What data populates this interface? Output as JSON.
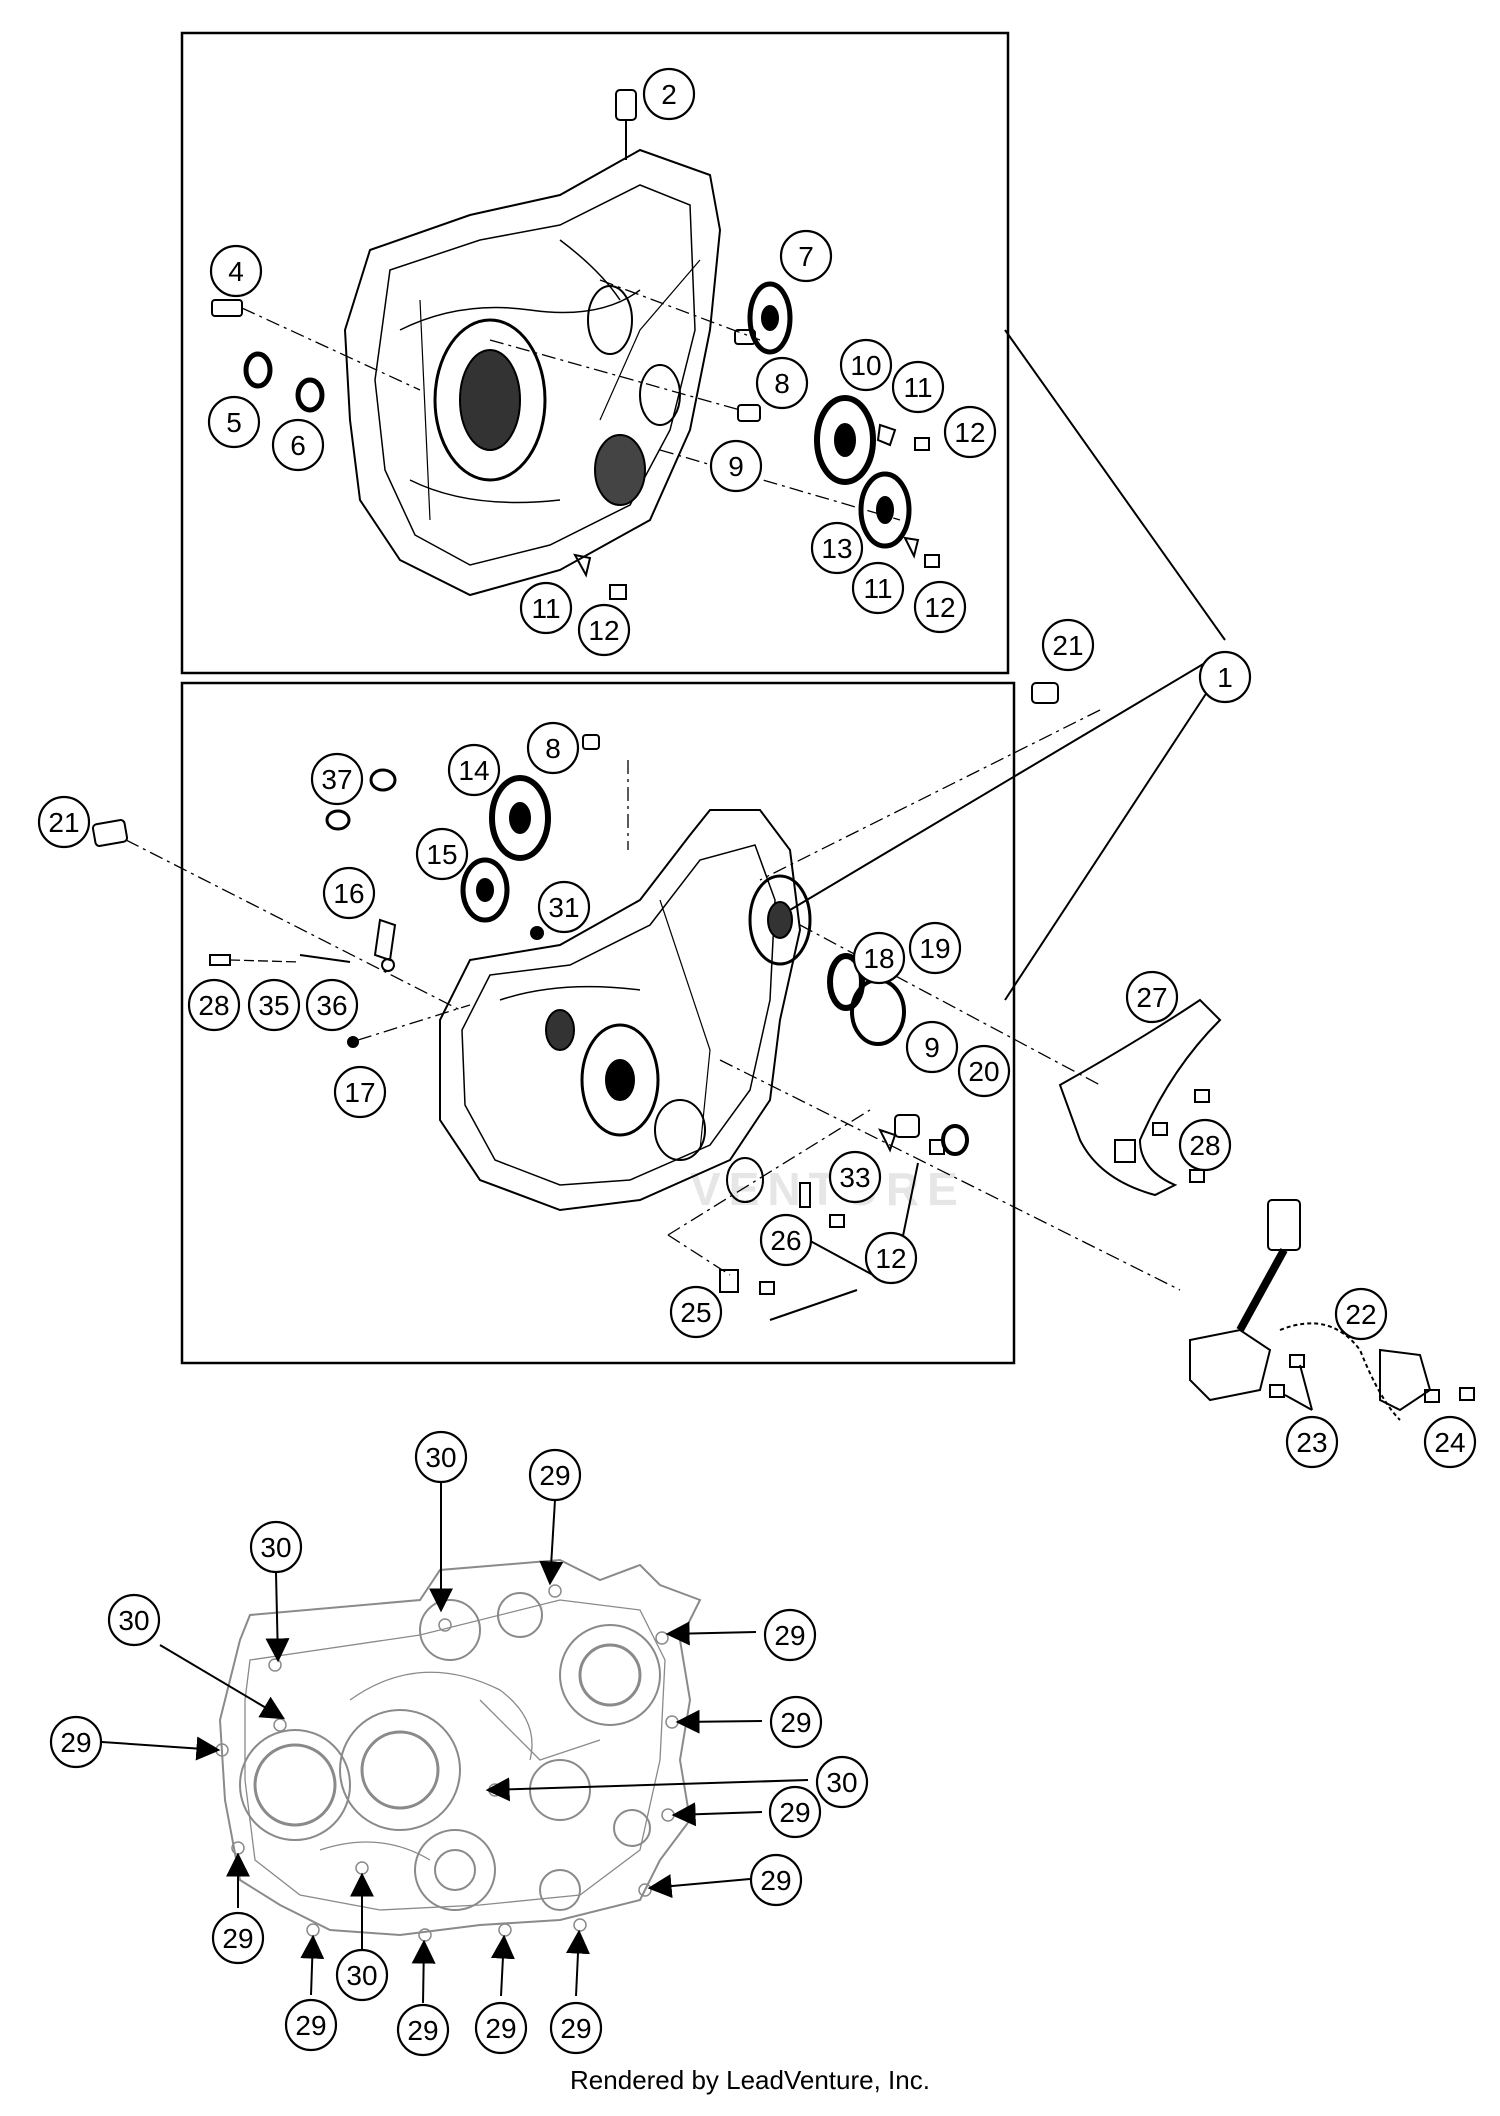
{
  "callouts": [
    {
      "id": "c1",
      "label": "1"
    },
    {
      "id": "c2",
      "label": "2"
    },
    {
      "id": "c4",
      "label": "4"
    },
    {
      "id": "c5",
      "label": "5"
    },
    {
      "id": "c6",
      "label": "6"
    },
    {
      "id": "c7",
      "label": "7"
    },
    {
      "id": "c8a",
      "label": "8"
    },
    {
      "id": "c9a",
      "label": "9"
    },
    {
      "id": "c10",
      "label": "10"
    },
    {
      "id": "c11a",
      "label": "11"
    },
    {
      "id": "c12a",
      "label": "12"
    },
    {
      "id": "c13",
      "label": "13"
    },
    {
      "id": "c11b",
      "label": "11"
    },
    {
      "id": "c12b",
      "label": "12"
    },
    {
      "id": "c11c",
      "label": "11"
    },
    {
      "id": "c12c",
      "label": "12"
    },
    {
      "id": "c21a",
      "label": "21"
    },
    {
      "id": "c21b",
      "label": "21"
    },
    {
      "id": "c8b",
      "label": "8"
    },
    {
      "id": "c37",
      "label": "37"
    },
    {
      "id": "c14",
      "label": "14"
    },
    {
      "id": "c15",
      "label": "15"
    },
    {
      "id": "c16",
      "label": "16"
    },
    {
      "id": "c31",
      "label": "31"
    },
    {
      "id": "c18",
      "label": "18"
    },
    {
      "id": "c19",
      "label": "19"
    },
    {
      "id": "c28a",
      "label": "28"
    },
    {
      "id": "c35",
      "label": "35"
    },
    {
      "id": "c36",
      "label": "36"
    },
    {
      "id": "c17",
      "label": "17"
    },
    {
      "id": "c27",
      "label": "27"
    },
    {
      "id": "c9b",
      "label": "9"
    },
    {
      "id": "c20",
      "label": "20"
    },
    {
      "id": "c28b",
      "label": "28"
    },
    {
      "id": "c33",
      "label": "33"
    },
    {
      "id": "c26",
      "label": "26"
    },
    {
      "id": "c12d",
      "label": "12"
    },
    {
      "id": "c25",
      "label": "25"
    },
    {
      "id": "c22",
      "label": "22"
    },
    {
      "id": "c23",
      "label": "23"
    },
    {
      "id": "c24",
      "label": "24"
    },
    {
      "id": "c30a",
      "label": "30"
    },
    {
      "id": "c29a",
      "label": "29"
    },
    {
      "id": "c30b",
      "label": "30"
    },
    {
      "id": "c30c",
      "label": "30"
    },
    {
      "id": "c29b",
      "label": "29"
    },
    {
      "id": "c29c",
      "label": "29"
    },
    {
      "id": "c29d",
      "label": "29"
    },
    {
      "id": "c30d",
      "label": "30"
    },
    {
      "id": "c29e",
      "label": "29"
    },
    {
      "id": "c29f",
      "label": "29"
    },
    {
      "id": "c29g",
      "label": "29"
    },
    {
      "id": "c29h",
      "label": "29"
    },
    {
      "id": "c30e",
      "label": "30"
    },
    {
      "id": "c29i",
      "label": "29"
    },
    {
      "id": "c29j",
      "label": "29"
    },
    {
      "id": "c29k",
      "label": "29"
    }
  ],
  "watermark": "VENTURE",
  "credit": "Rendered by LeadVenture, Inc."
}
